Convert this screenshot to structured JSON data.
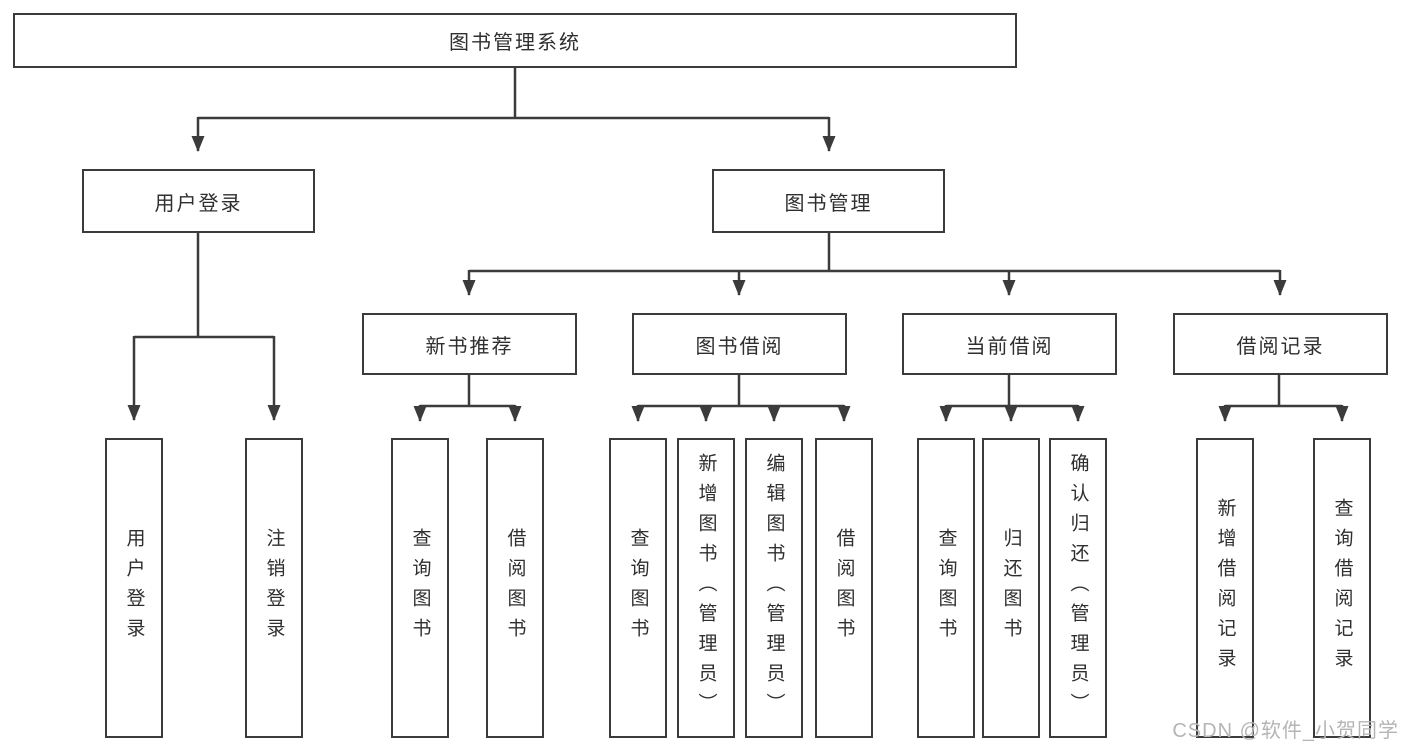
{
  "diagram": {
    "root": {
      "label": "图书管理系统"
    },
    "level2": [
      {
        "id": "user-login",
        "label": "用户登录"
      },
      {
        "id": "book-management",
        "label": "图书管理"
      }
    ],
    "level3": [
      {
        "id": "new-book-recommend",
        "label": "新书推荐"
      },
      {
        "id": "book-borrow",
        "label": "图书借阅"
      },
      {
        "id": "current-borrow",
        "label": "当前借阅"
      },
      {
        "id": "borrow-records",
        "label": "借阅记录"
      }
    ],
    "leaves": [
      {
        "group": "user-login",
        "label": "用户登录"
      },
      {
        "group": "user-login",
        "label": "注销登录"
      },
      {
        "group": "new-book-recommend",
        "label": "查询图书"
      },
      {
        "group": "new-book-recommend",
        "label": "借阅图书"
      },
      {
        "group": "book-borrow",
        "label": "查询图书"
      },
      {
        "group": "book-borrow",
        "label": "新增图书（管理员）"
      },
      {
        "group": "book-borrow",
        "label": "编辑图书（管理员）"
      },
      {
        "group": "book-borrow",
        "label": "借阅图书"
      },
      {
        "group": "current-borrow",
        "label": "查询图书"
      },
      {
        "group": "current-borrow",
        "label": "归还图书"
      },
      {
        "group": "current-borrow",
        "label": "确认归还（管理员）"
      },
      {
        "group": "borrow-records",
        "label": "新增借阅记录"
      },
      {
        "group": "borrow-records",
        "label": "查询借阅记录"
      }
    ]
  },
  "watermark": {
    "text": "CSDN @软件_小贺同学"
  },
  "colors": {
    "line": "#3b3b3b",
    "box_border": "#3b3b3b",
    "box_fill": "#ffffff",
    "text": "#2f2f2f",
    "watermark": "#b5b5b5",
    "background": "#ffffff"
  }
}
